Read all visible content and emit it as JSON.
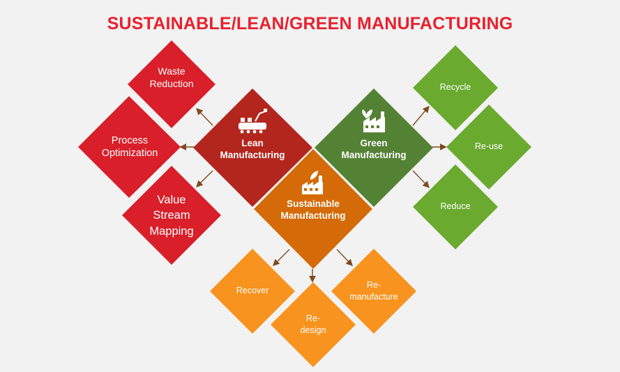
{
  "title": "SUSTAINABLE/LEAN/GREEN MANUFACTURING",
  "colors": {
    "lean": "#b3261e",
    "lean_children": "#d81f2a",
    "green": "#548235",
    "green_children": "#6aaa2f",
    "sustainable": "#d46b08",
    "sustainable_children": "#f7931e",
    "arrow": "#7f4a1e"
  },
  "hubs": {
    "lean": {
      "line1": "Lean",
      "line2": "Manufacturing",
      "icon": "factory-conveyor-icon"
    },
    "green": {
      "line1": "Green",
      "line2": "Manufacturing",
      "icon": "green-factory-leaf-icon"
    },
    "sustainable": {
      "line1": "Sustainable",
      "line2": "Manufacturing",
      "icon": "sustainable-factory-icon"
    }
  },
  "lean_items": [
    {
      "line1": "Waste",
      "line2": "Reduction"
    },
    {
      "line1": "Process",
      "line2": "Optimization"
    },
    {
      "line1": "Value",
      "line2": "Stream",
      "line3": "Mapping"
    }
  ],
  "green_items": [
    {
      "label": "Recycle"
    },
    {
      "label": "Re-use"
    },
    {
      "label": "Reduce"
    }
  ],
  "sustainable_items": [
    {
      "label": "Recover"
    },
    {
      "line1": "Re-",
      "line2": "design"
    },
    {
      "line1": "Re-",
      "line2": "manufacture"
    }
  ]
}
